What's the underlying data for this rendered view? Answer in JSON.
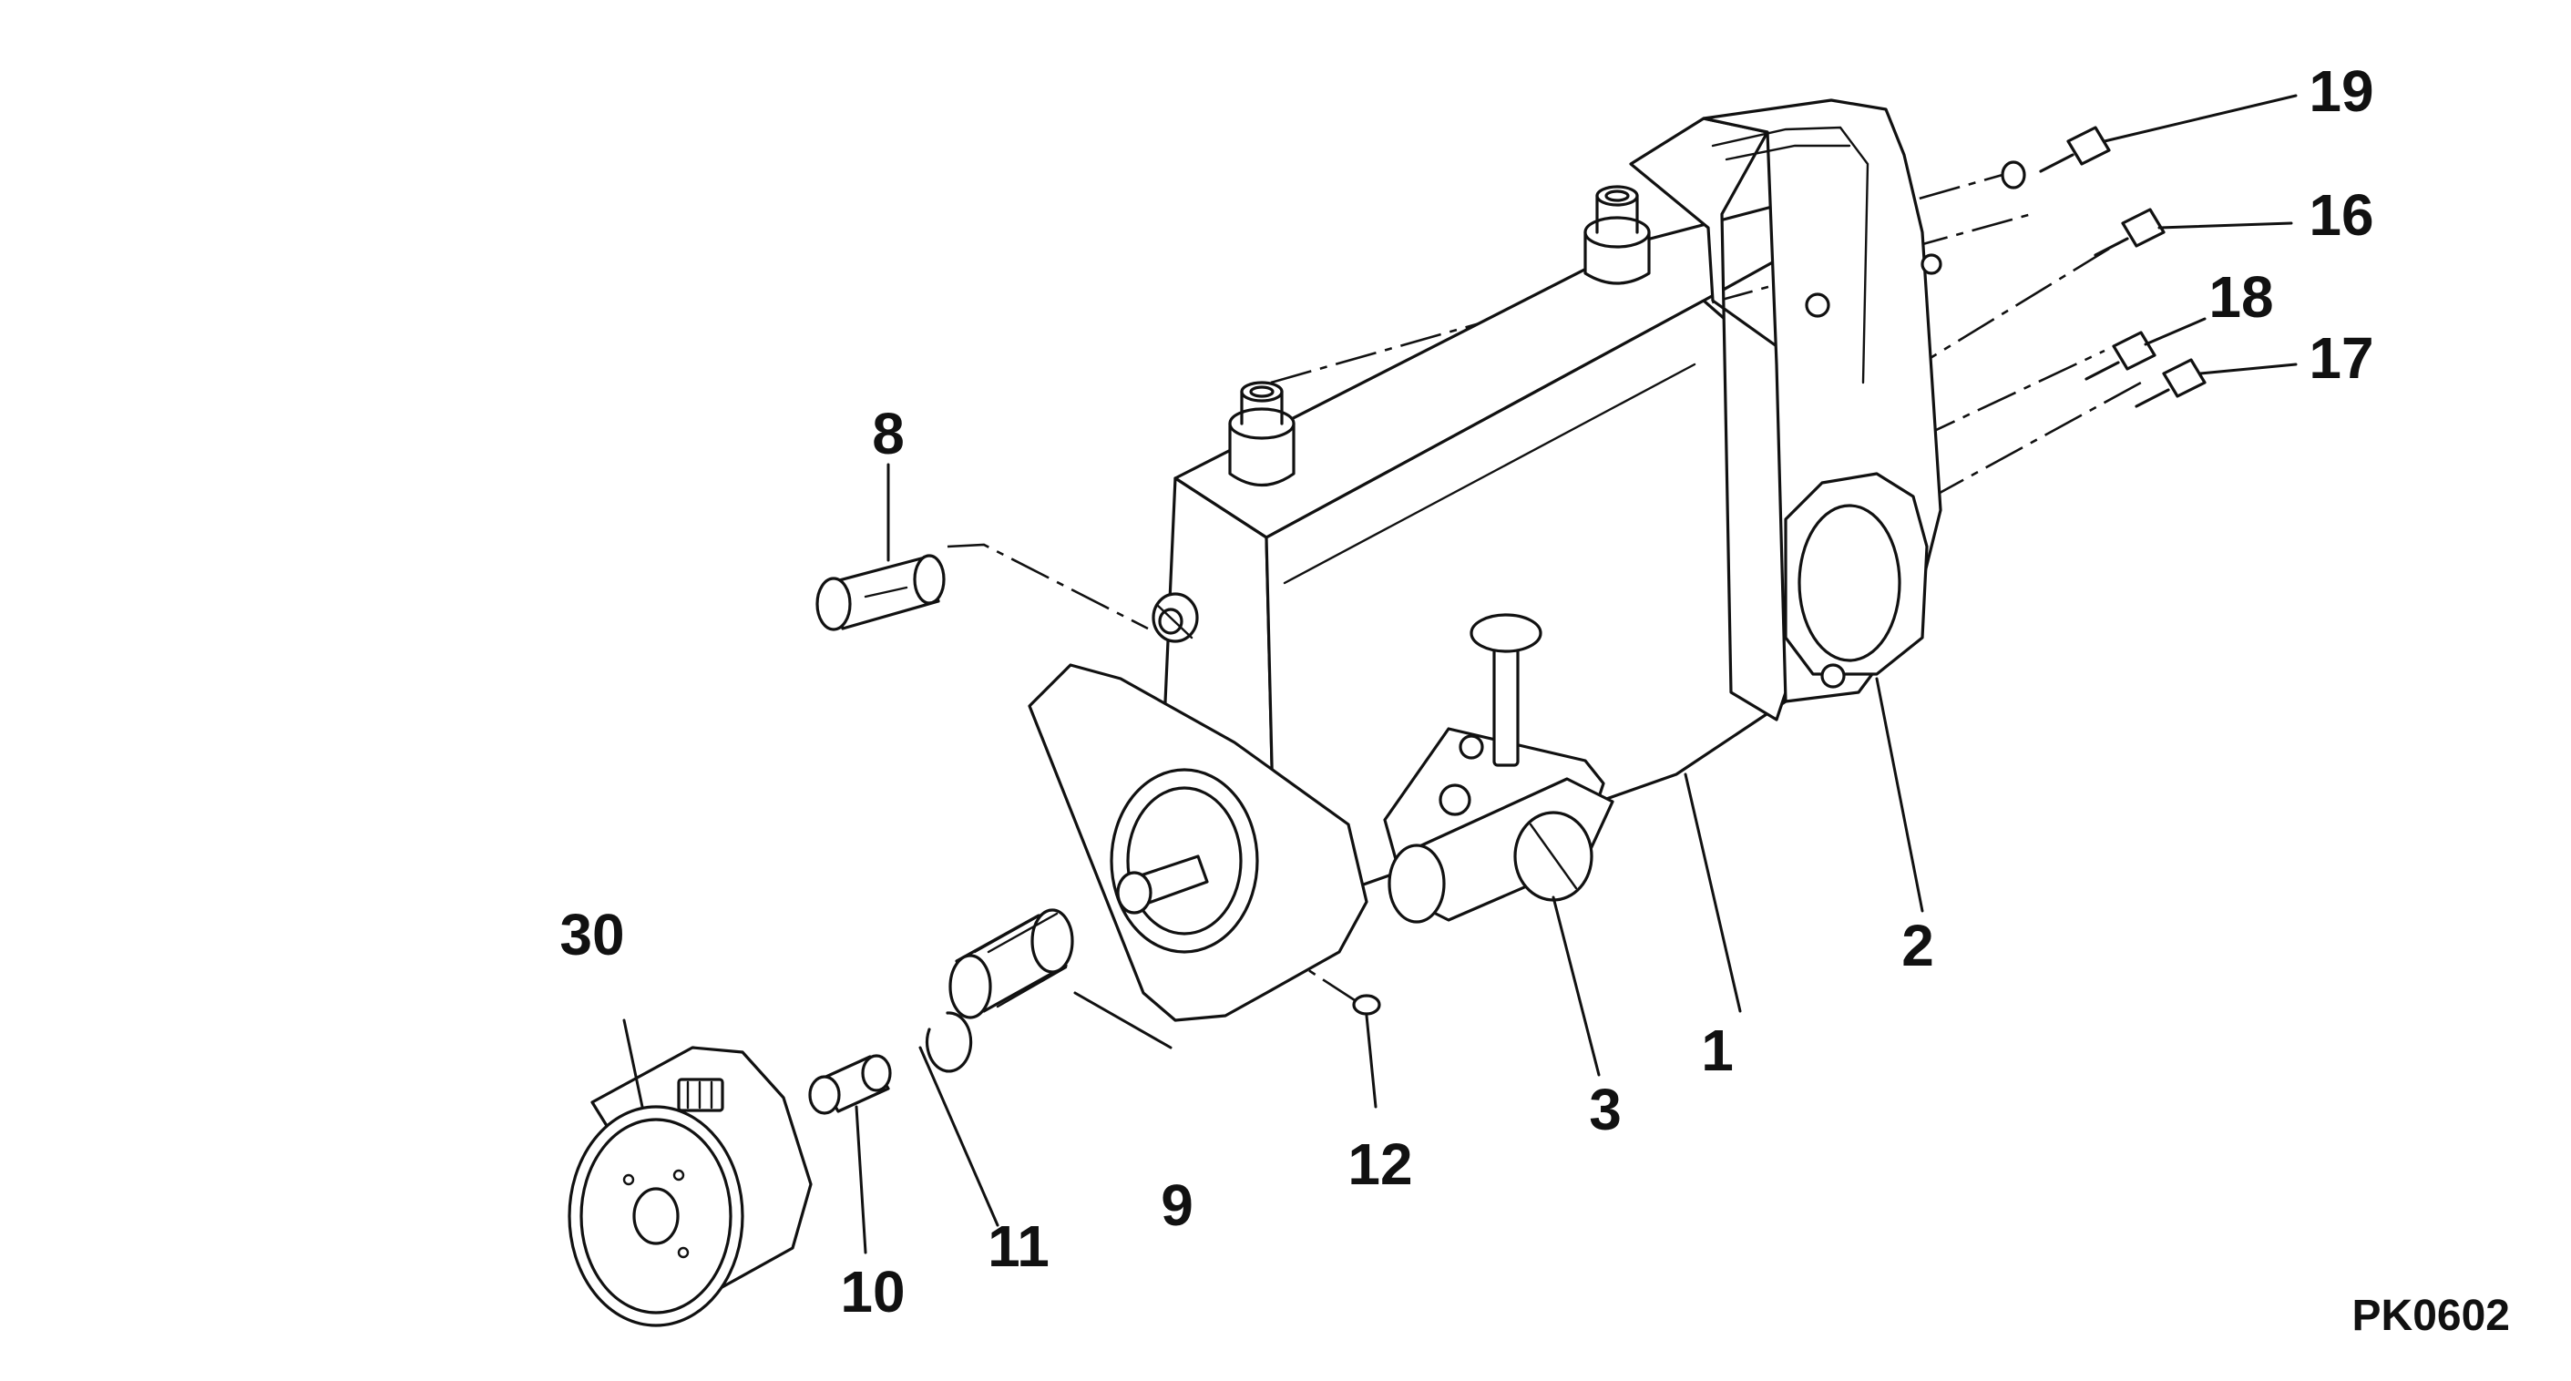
{
  "diagram": {
    "reference_code": "PK0602",
    "callouts": {
      "c1": "1",
      "c2": "2",
      "c3": "3",
      "c8": "8",
      "c9": "9",
      "c10": "10",
      "c11": "11",
      "c12": "12",
      "c16": "16",
      "c17": "17",
      "c18": "18",
      "c19": "19",
      "c30": "30"
    }
  }
}
